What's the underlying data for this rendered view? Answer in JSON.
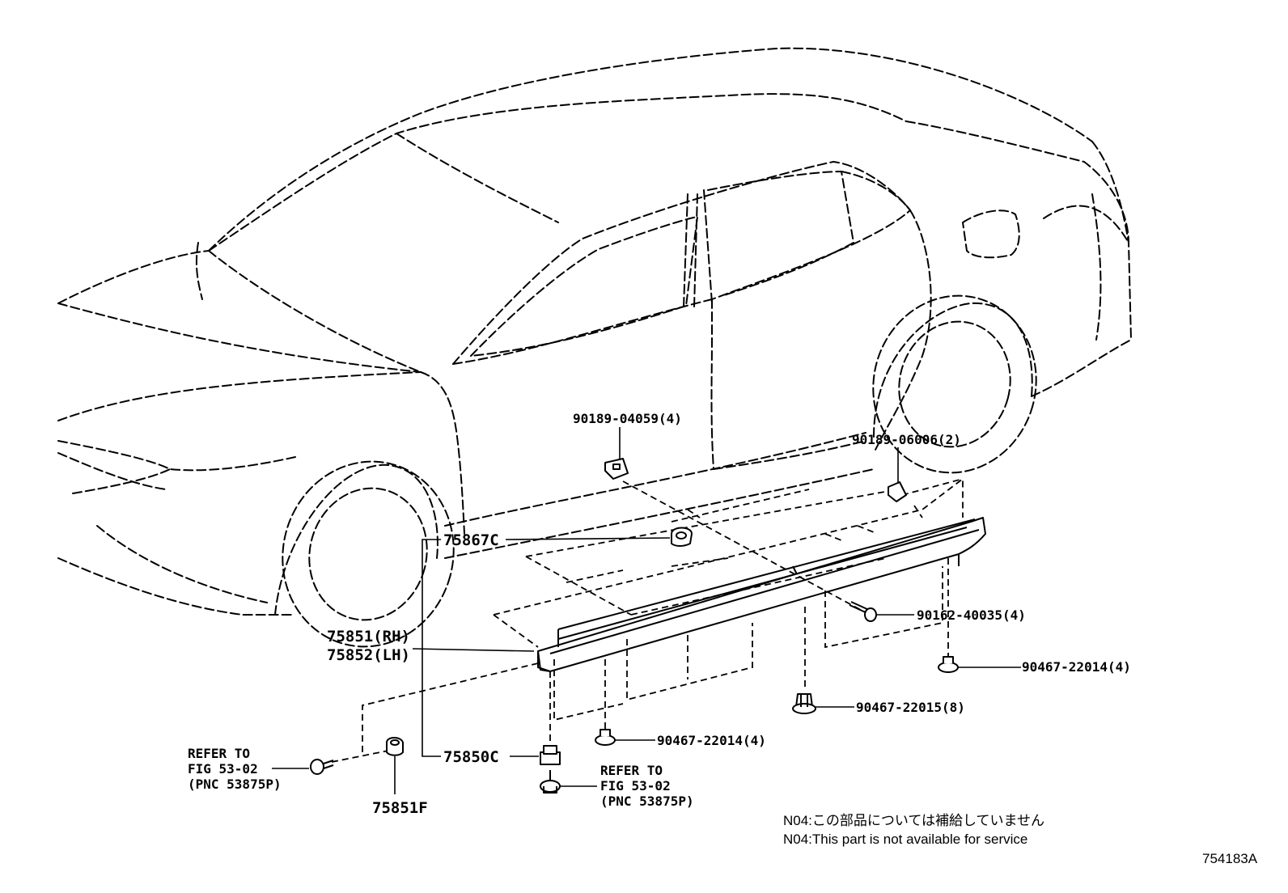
{
  "diagram_id": "754183A",
  "callouts": {
    "clip_upper_a": "90189-04059(4)",
    "clip_upper_b": "90189-06006(2)",
    "garnish_front": "75867C",
    "moulding_rh": "75851(RH)",
    "moulding_lh": "75852(LH)",
    "screw": "90162-40035(4)",
    "clip_rear": "90467-22014(4)",
    "clip_main": "90467-22015(8)",
    "clip_lower": "90467-22014(4)",
    "bracket": "75850C",
    "pad": "75851F"
  },
  "refer_left": {
    "line1": "REFER TO",
    "line2": "FIG 53-02",
    "line3": "(PNC 53875P)"
  },
  "refer_bottom": {
    "line1": "REFER TO",
    "line2": "FIG 53-02",
    "line3": "(PNC 53875P)"
  },
  "notes": {
    "jp": "N04:この部品については補給していません",
    "en": "N04:This part is not available for service"
  }
}
